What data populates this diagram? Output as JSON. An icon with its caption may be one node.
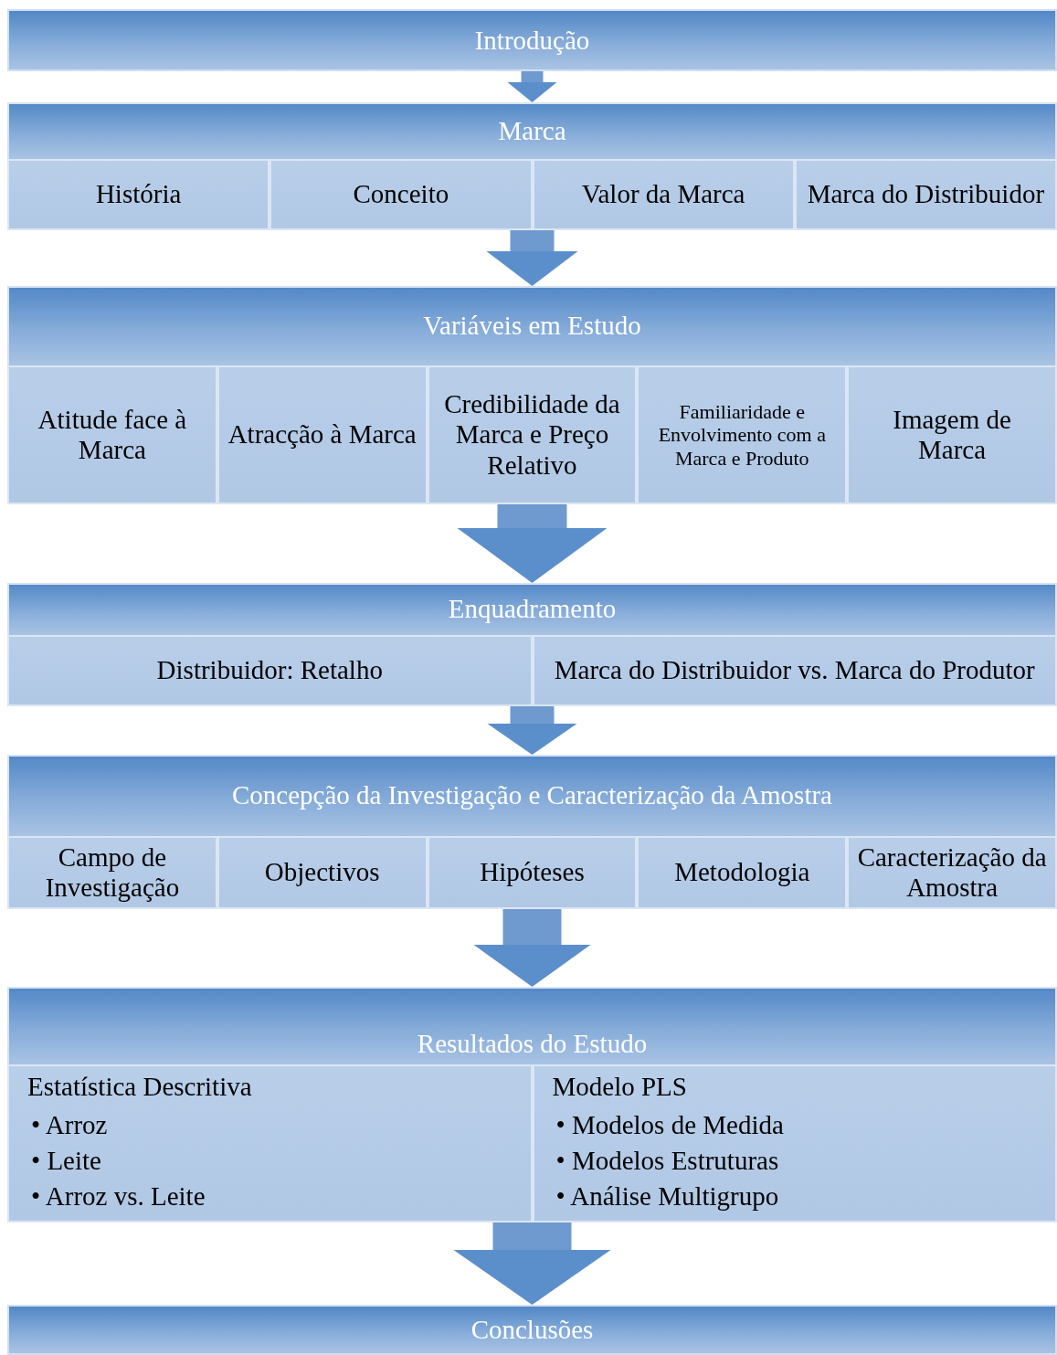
{
  "diagram": {
    "nodes": [
      {
        "text": [
          "Introdução"
        ]
      },
      {
        "text": [
          "Marca"
        ]
      },
      {
        "text": [
          "História"
        ],
        "in": 1
      },
      {
        "text": [
          "Conceito"
        ],
        "in": 1
      },
      {
        "text": [
          "Valor da Marca"
        ],
        "in": 1
      },
      {
        "text": [
          "Marca do Distribuidor"
        ],
        "in": 1
      },
      {
        "text": [
          "Variáveis em Estudo"
        ]
      },
      {
        "text": [
          "Atitude face à Marca"
        ],
        "in": 6
      },
      {
        "text": [
          "Atracção à Marca"
        ],
        "in": 6
      },
      {
        "text": [
          "Credibilidade da Marca e Preço Relativo"
        ],
        "in": 6
      },
      {
        "text": [
          "Familiaridade e Envolvimento com a Marca e Produto"
        ],
        "in": 6
      },
      {
        "text": [
          "Imagem de Marca"
        ],
        "in": 6
      },
      {
        "text": [
          "Enquadramento"
        ]
      },
      {
        "text": [
          "Distribuidor: Retalho"
        ],
        "in": 12
      },
      {
        "text": [
          "Marca do Distribuidor vs. Marca do Produtor"
        ],
        "in": 12
      },
      {
        "text": [
          "Concepção da Investigação e Caracterização da Amostra"
        ]
      },
      {
        "text": [
          "Campo de Investigação"
        ],
        "in": 15
      },
      {
        "text": [
          "Objectivos"
        ],
        "in": 15
      },
      {
        "text": [
          "Hipóteses"
        ],
        "in": 15
      },
      {
        "text": [
          "Metodologia"
        ],
        "in": 15
      },
      {
        "text": [
          "Caracterização da Amostra"
        ],
        "in": 15
      },
      {
        "text": [
          "Resultados do Estudo"
        ]
      },
      {
        "text": [
          "Estatística Descritiva",
          "• Arroz",
          "• Leite",
          "• Arroz vs. Leite"
        ],
        "in": 21
      },
      {
        "text": [
          "Modelo PLS",
          "• Modelos de Medida",
          "• Modelos Estruturas",
          "• Análise Multigrupo"
        ],
        "in": 21
      },
      {
        "text": [
          "Conclusões"
        ]
      }
    ],
    "edges": [
      {
        "from": 0,
        "to": 1,
        "arrow": "to"
      },
      {
        "from": 1,
        "to": 6,
        "arrow": "to"
      },
      {
        "from": 6,
        "to": 12,
        "arrow": "to"
      },
      {
        "from": 12,
        "to": 15,
        "arrow": "to"
      },
      {
        "from": 15,
        "to": 21,
        "arrow": "to"
      },
      {
        "from": 21,
        "to": 24,
        "arrow": "to"
      }
    ]
  }
}
